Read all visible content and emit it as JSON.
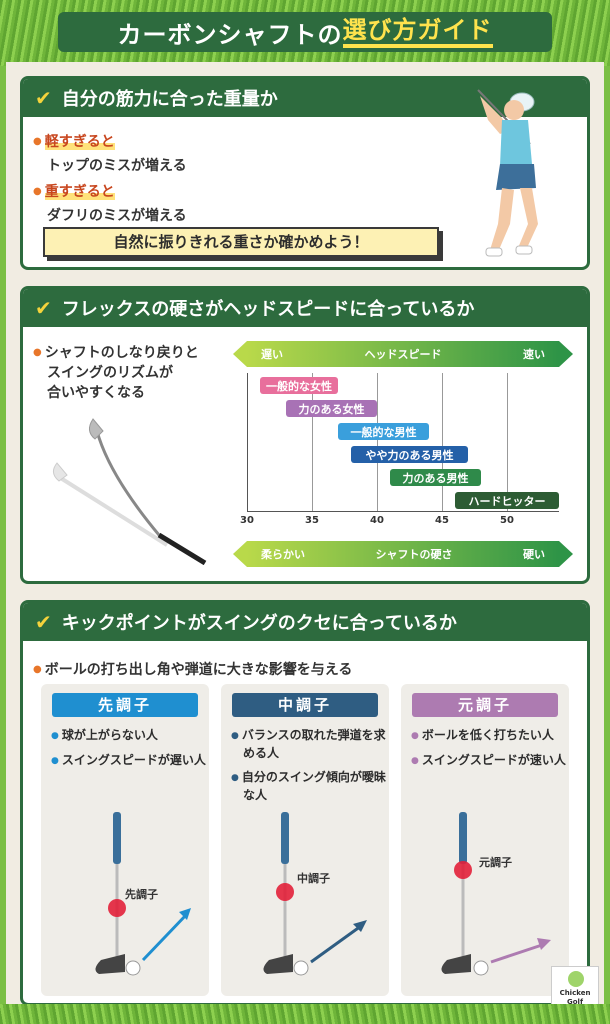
{
  "header": {
    "title_main": "カーボンシャフトの",
    "title_highlight": "選び方ガイド"
  },
  "section1": {
    "heading": "自分の筋力に合った重量か",
    "items": [
      {
        "label": "軽すぎると",
        "text": "トップのミスが増える"
      },
      {
        "label": "重すぎると",
        "text": "ダフリのミスが増える"
      }
    ],
    "callout": "自然に振りきれる重さか確かめよう！"
  },
  "section2": {
    "heading": "フレックスの硬さがヘッドスピードに合っているか",
    "note_lines": [
      "シャフトのしなり戻りと",
      "スイングのリズムが",
      "合いやすくなる"
    ],
    "top_arrow": {
      "left": "遅い",
      "center": "ヘッドスピード",
      "right": "速い"
    },
    "bottom_arrow": {
      "left": "柔らかい",
      "center": "シャフトの硬さ",
      "right": "硬い"
    }
  },
  "chart_data": {
    "type": "bar",
    "orientation": "horizontal-range",
    "x_ticks": [
      "30",
      "35",
      "40",
      "45",
      "50"
    ],
    "xlim": [
      30,
      54
    ],
    "categories": [
      "一般的な女性",
      "力のある女性",
      "一般的な男性",
      "やや力のある男性",
      "力のある男性",
      "ハードヒッター"
    ],
    "ranges": [
      [
        31,
        37
      ],
      [
        33,
        40
      ],
      [
        37,
        44
      ],
      [
        38,
        47
      ],
      [
        41,
        48
      ],
      [
        46,
        54
      ]
    ],
    "colors": [
      "#e86f9c",
      "#a872b5",
      "#3a9fdc",
      "#2460a8",
      "#2f8a4a",
      "#2d5c34"
    ]
  },
  "section3": {
    "heading": "キックポイントがスイングのクセに合っているか",
    "note": "ボールの打ち出し角や弾道に大きな影響を与える",
    "columns": [
      {
        "title": "先調子",
        "color": "#1f8fd0",
        "items": [
          "球が上がらない人",
          "スイングスピードが遅い人"
        ],
        "point_label": "先調子"
      },
      {
        "title": "中調子",
        "color": "#2f5d82",
        "items": [
          "バランスの取れた弾道を求める人",
          "自分のスイング傾向が曖昧な人"
        ],
        "point_label": "中調子"
      },
      {
        "title": "元調子",
        "color": "#ad7bb1",
        "items": [
          "ボールを低く打ちたい人",
          "スイングスピードが速い人"
        ],
        "point_label": "元調子"
      }
    ]
  },
  "logo": {
    "line1": "Chicken",
    "line2": "Golf"
  }
}
